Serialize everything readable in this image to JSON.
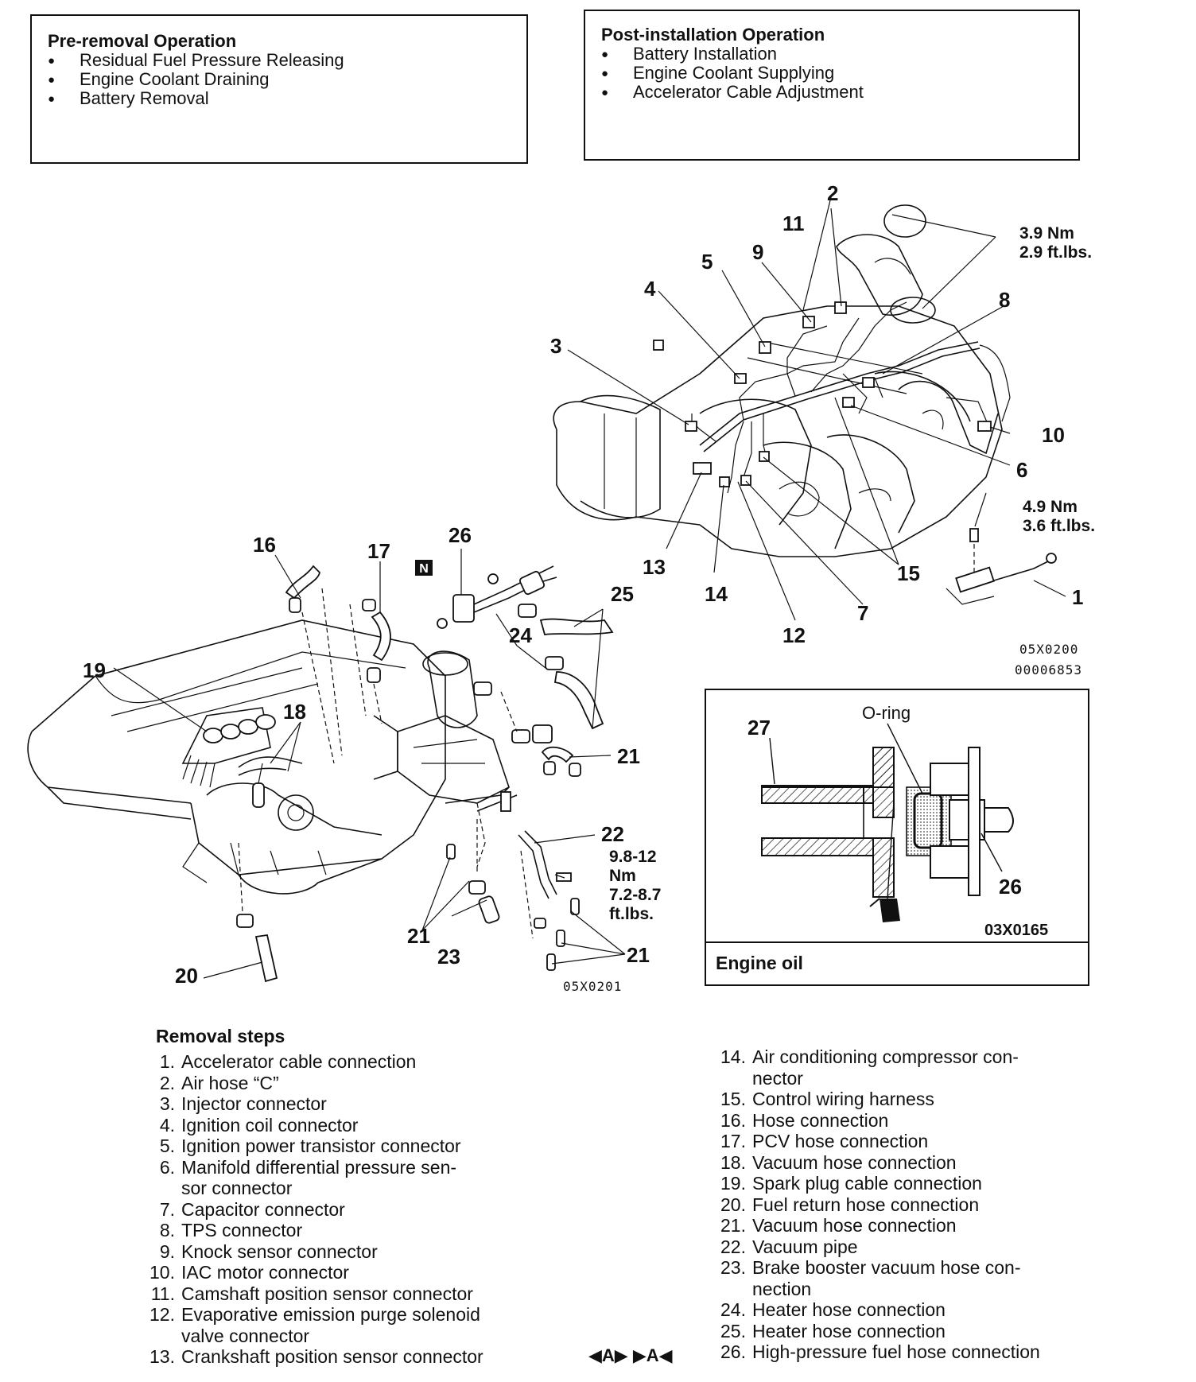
{
  "pre_removal": {
    "title": "Pre-removal Operation",
    "items": [
      "Residual Fuel Pressure Releasing",
      "Engine Coolant Draining",
      "Battery Removal"
    ]
  },
  "post_installation": {
    "title": "Post-installation Operation",
    "items": [
      "Battery Installation",
      "Engine Coolant Supplying",
      "Accelerator Cable Adjustment"
    ]
  },
  "upper_diagram": {
    "torque_a": [
      "3.9 Nm",
      "2.9 ft.lbs."
    ],
    "torque_b": [
      "4.9 Nm",
      "3.6 ft.lbs."
    ],
    "codes": [
      "05X0200",
      "00006853"
    ]
  },
  "lower_diagram": {
    "torque_c": [
      "9.8-12",
      "Nm",
      "7.2-8.7",
      "ft.lbs."
    ],
    "n_mark": "N",
    "code": "05X0201"
  },
  "detail": {
    "part_label": "27",
    "oring_label": "O-ring",
    "part_label_b": "26",
    "code": "03X0165",
    "footer": "Engine oil"
  },
  "callouts": {
    "c1": "1",
    "c2": "2",
    "c3": "3",
    "c4": "4",
    "c5": "5",
    "c6": "6",
    "c7": "7",
    "c8": "8",
    "c9": "9",
    "c10": "10",
    "c11": "11",
    "c12": "12",
    "c13": "13",
    "c14": "14",
    "c15": "15",
    "c16": "16",
    "c17": "17",
    "c18": "18",
    "c19": "19",
    "c20": "20",
    "c21a": "21",
    "c21b": "21",
    "c21c": "21",
    "c22": "22",
    "c23": "23",
    "c24": "24",
    "c25": "25",
    "c26": "26"
  },
  "removal": {
    "title": "Removal steps",
    "left": [
      {
        "n": "1.",
        "t": "Accelerator cable connection"
      },
      {
        "n": "2.",
        "t": "Air hose “C”"
      },
      {
        "n": "3.",
        "t": "Injector connector"
      },
      {
        "n": "4.",
        "t": "Ignition coil connector"
      },
      {
        "n": "5.",
        "t": "Ignition power transistor connector"
      },
      {
        "n": "6.",
        "t": "Manifold differential pressure sen-"
      },
      {
        "n": "",
        "t": "sor connector"
      },
      {
        "n": "7.",
        "t": "Capacitor connector"
      },
      {
        "n": "8.",
        "t": "TPS connector"
      },
      {
        "n": "9.",
        "t": "Knock sensor connector"
      },
      {
        "n": "10.",
        "t": "IAC motor connector"
      },
      {
        "n": "11.",
        "t": "Camshaft position sensor connector"
      },
      {
        "n": "12.",
        "t": "Evaporative emission purge solenoid"
      },
      {
        "n": "",
        "t": "valve connector"
      },
      {
        "n": "13.",
        "t": "Crankshaft position sensor connector"
      }
    ],
    "right": [
      {
        "n": "14.",
        "t": "Air conditioning compressor con-"
      },
      {
        "n": "",
        "t": "nector"
      },
      {
        "n": "15.",
        "t": "Control wiring harness"
      },
      {
        "n": "16.",
        "t": "Hose connection"
      },
      {
        "n": "17.",
        "t": "PCV hose connection"
      },
      {
        "n": "18.",
        "t": "Vacuum hose connection"
      },
      {
        "n": "19.",
        "t": "Spark plug cable connection"
      },
      {
        "n": "20.",
        "t": "Fuel return hose connection"
      },
      {
        "n": "21.",
        "t": "Vacuum hose connection"
      },
      {
        "n": "22.",
        "t": "Vacuum pipe"
      },
      {
        "n": "23.",
        "t": "Brake booster vacuum hose con-"
      },
      {
        "n": "",
        "t": "nection"
      },
      {
        "n": "24.",
        "t": "Heater hose connection"
      },
      {
        "n": "25.",
        "t": "Heater hose connection"
      },
      {
        "n": "26.",
        "t": "High-pressure fuel hose connection"
      }
    ],
    "nav_marks": "◀A▶  ▶A◀"
  }
}
